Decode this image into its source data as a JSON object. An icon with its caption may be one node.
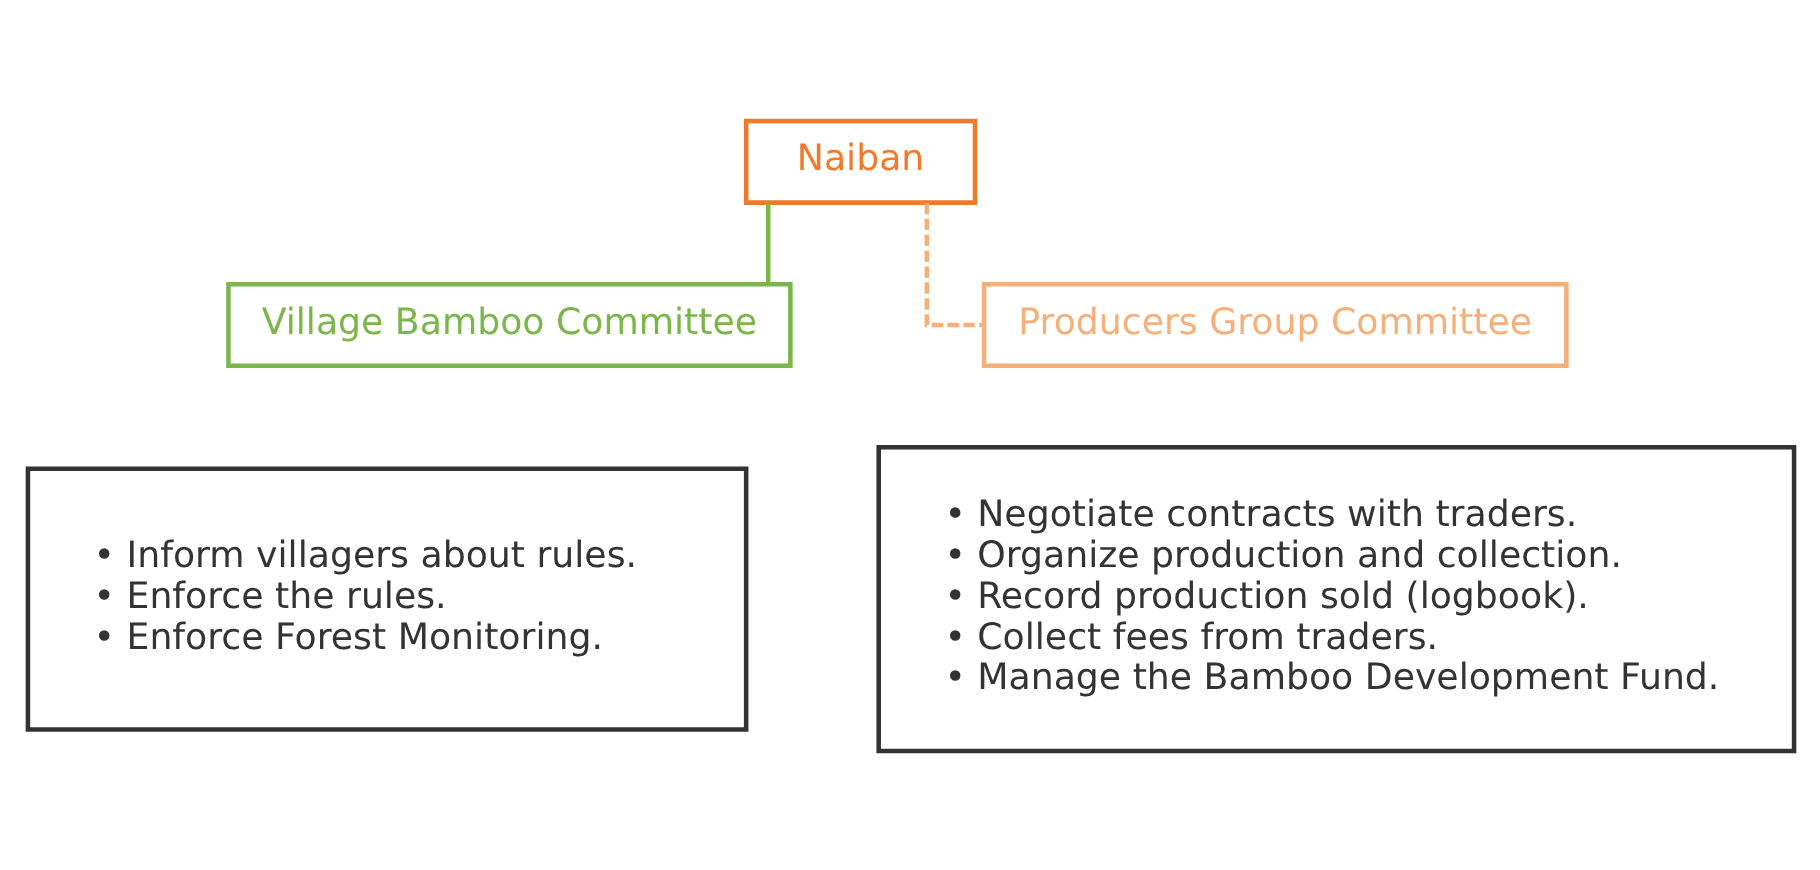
{
  "diagram": {
    "nodes": [
      {
        "text": [
          "Naiban"
        ]
      },
      {
        "text": [
          "Village Bamboo Committee"
        ]
      },
      {
        "text": [
          "Producers Group Committee"
        ]
      },
      {
        "text": [
          "• Inform villagers about rules.",
          "• Enforce the rules.",
          "• Enforce Forest Monitoring."
        ]
      },
      {
        "text": [
          "• Negotiate contracts with traders.",
          "• Organize production and collection.",
          "• Record production sold (logbook).",
          "• Collect fees from traders.",
          "• Manage the Bamboo Development Fund."
        ]
      }
    ],
    "edges": [
      {
        "from": 0,
        "to": 1,
        "arrow": "none",
        "color": "#7ab648"
      },
      {
        "from": 0,
        "to": 2,
        "arrow": "none",
        "style": "dashed",
        "color": "#f5b07a"
      }
    ]
  }
}
